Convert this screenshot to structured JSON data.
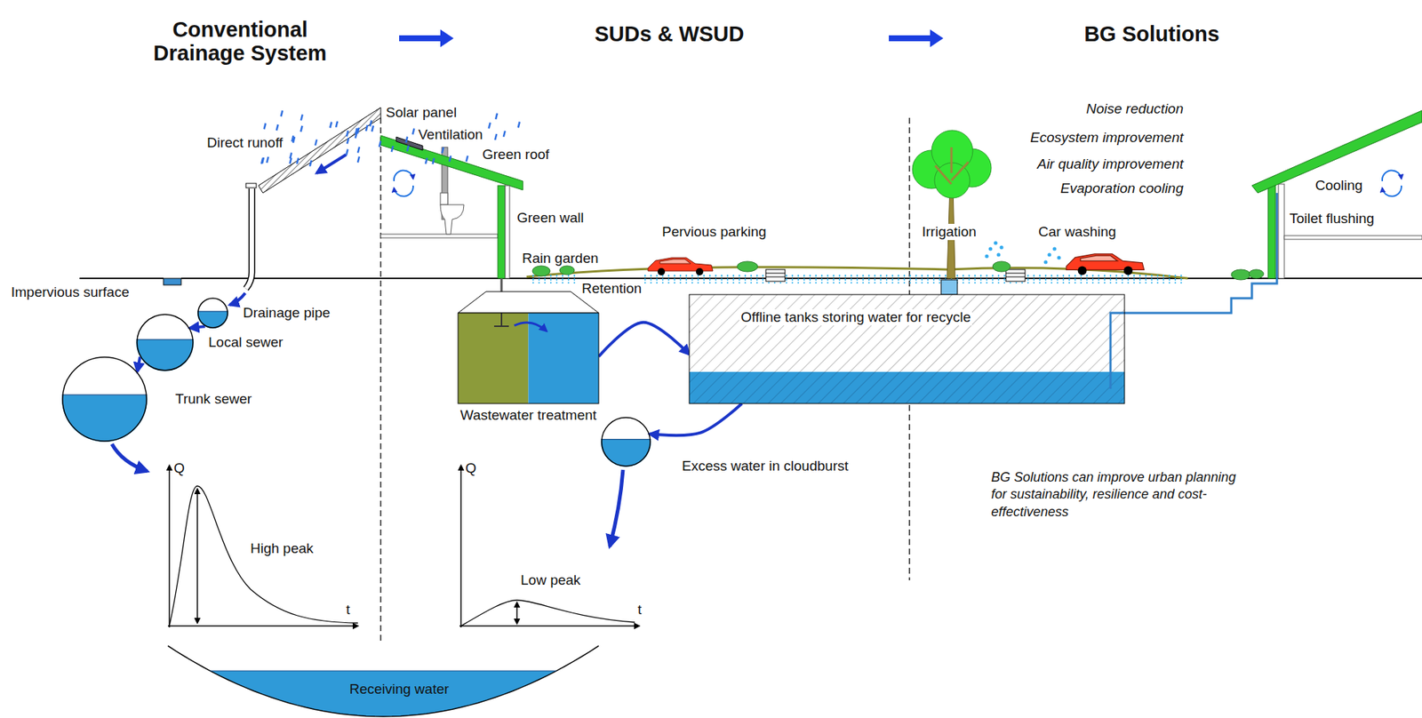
{
  "diagram": {
    "nodes": [
      {
        "text": [
          "Drainage pipe"
        ]
      },
      {
        "text": [
          "Local sewer"
        ]
      },
      {
        "text": [
          "Trunk sewer"
        ]
      },
      {
        "text": [
          "Wastewater treatment"
        ]
      },
      {
        "text": [
          "Offline tanks storing water for recycle"
        ]
      },
      {
        "text": [
          "Excess water in cloudburst"
        ]
      },
      {
        "text": [
          "Receiving water"
        ]
      }
    ],
    "edges": [
      {
        "from": 0,
        "to": 1,
        "arrow": "to"
      },
      {
        "from": 1,
        "to": 2,
        "arrow": "to"
      },
      {
        "from": 3,
        "to": 4,
        "arrow": "to"
      },
      {
        "from": 4,
        "to": 5,
        "arrow": "to"
      }
    ],
    "labels": [
      "Conventional Drainage System",
      "SUDs & WSUD",
      "BG Solutions",
      "Direct runoff",
      "Solar panel",
      "Ventilation",
      "Green roof",
      "Green wall",
      "Rain garden",
      "Impervious surface",
      "Retention",
      "Pervious parking",
      "Noise reduction",
      "Ecosystem improvement",
      "Air quality improvement",
      "Evaporation cooling",
      "Irrigation",
      "Car washing",
      "Cooling",
      "Toilet flushing",
      "Q",
      "High peak",
      "t",
      "Q",
      "Low peak",
      "t",
      "BG Solutions can improve urban planning for sustainability, resilience and cost-effectiveness"
    ]
  }
}
